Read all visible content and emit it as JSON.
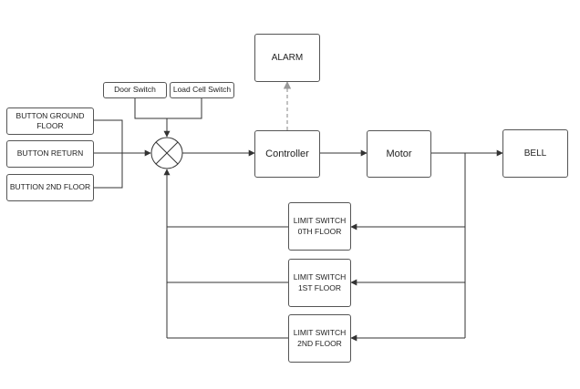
{
  "diagram": {
    "inputs": {
      "button_ground_floor": "BUTTON GROUND\nFLOOR",
      "button_return": "BUTTON RETURN",
      "button_2nd_floor": "BUTTION 2ND FLOOR"
    },
    "sensors": {
      "door_switch": "Door Switch",
      "load_cell_switch": "Load Cell Switch"
    },
    "blocks": {
      "alarm": "ALARM",
      "controller": "Controller",
      "motor": "Motor",
      "bell": "BELL"
    },
    "feedback": {
      "limit_switch_0": "LIMIT SWITCH\n0TH FLOOR",
      "limit_switch_1": "LIMIT SWITCH\n1ST FLOOR",
      "limit_switch_2": "LIMIT SWITCH\n2ND FLOOR"
    },
    "colors": {
      "line": "#333333",
      "dashed_line": "#999999",
      "box_border": "#555555"
    }
  }
}
